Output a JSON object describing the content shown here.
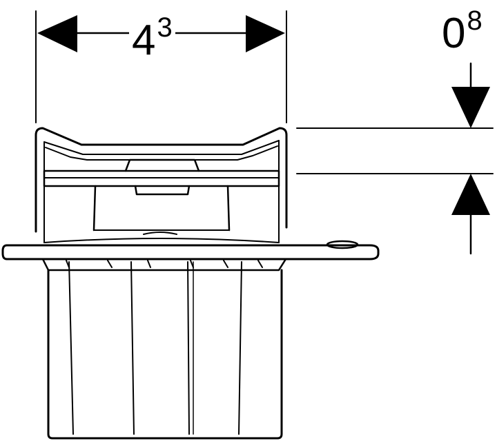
{
  "dimensions": {
    "width": {
      "base": "4",
      "sup": "3"
    },
    "depth": {
      "base": "0",
      "sup": "8"
    }
  },
  "colors": {
    "line": "#000000",
    "background": "#ffffff"
  }
}
